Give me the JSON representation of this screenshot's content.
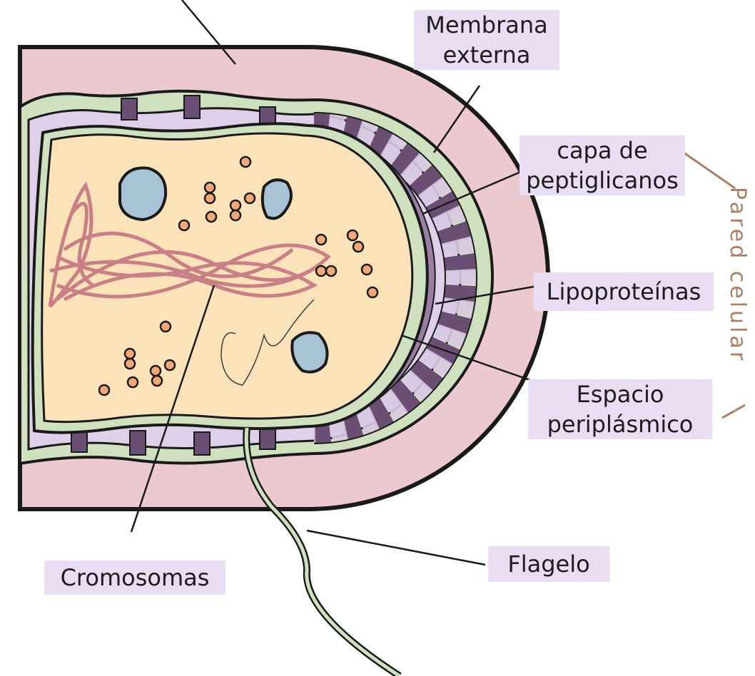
{
  "labels": {
    "membrana": [
      "Membrana",
      "externa"
    ],
    "capa": [
      "capa de",
      "peptiglicanos"
    ],
    "lipoproteinas": "Lipoproteínas",
    "espacio": [
      "Espacio",
      "periplásmico"
    ],
    "flagelo": "Flagelo",
    "cromosomas": "Cromosomas",
    "pared": "Pared celular"
  },
  "colors": {
    "capsule": "#ecc9cf",
    "outline": "#1a1a1a",
    "green_membrane": "#cfe0bf",
    "lilac_space": "#ddd0e8",
    "dark_purple": "#6b4e73",
    "light_purple": "#d8c9e2",
    "mid_purple": "#9a7ea3",
    "cytoplasm": "#fbe2b8",
    "chromosome": "#c97f86",
    "vacuole": "#a9c3d6",
    "granule": "#f0a878",
    "brace": "#a88068",
    "label_bg": "#e9dcf3"
  }
}
